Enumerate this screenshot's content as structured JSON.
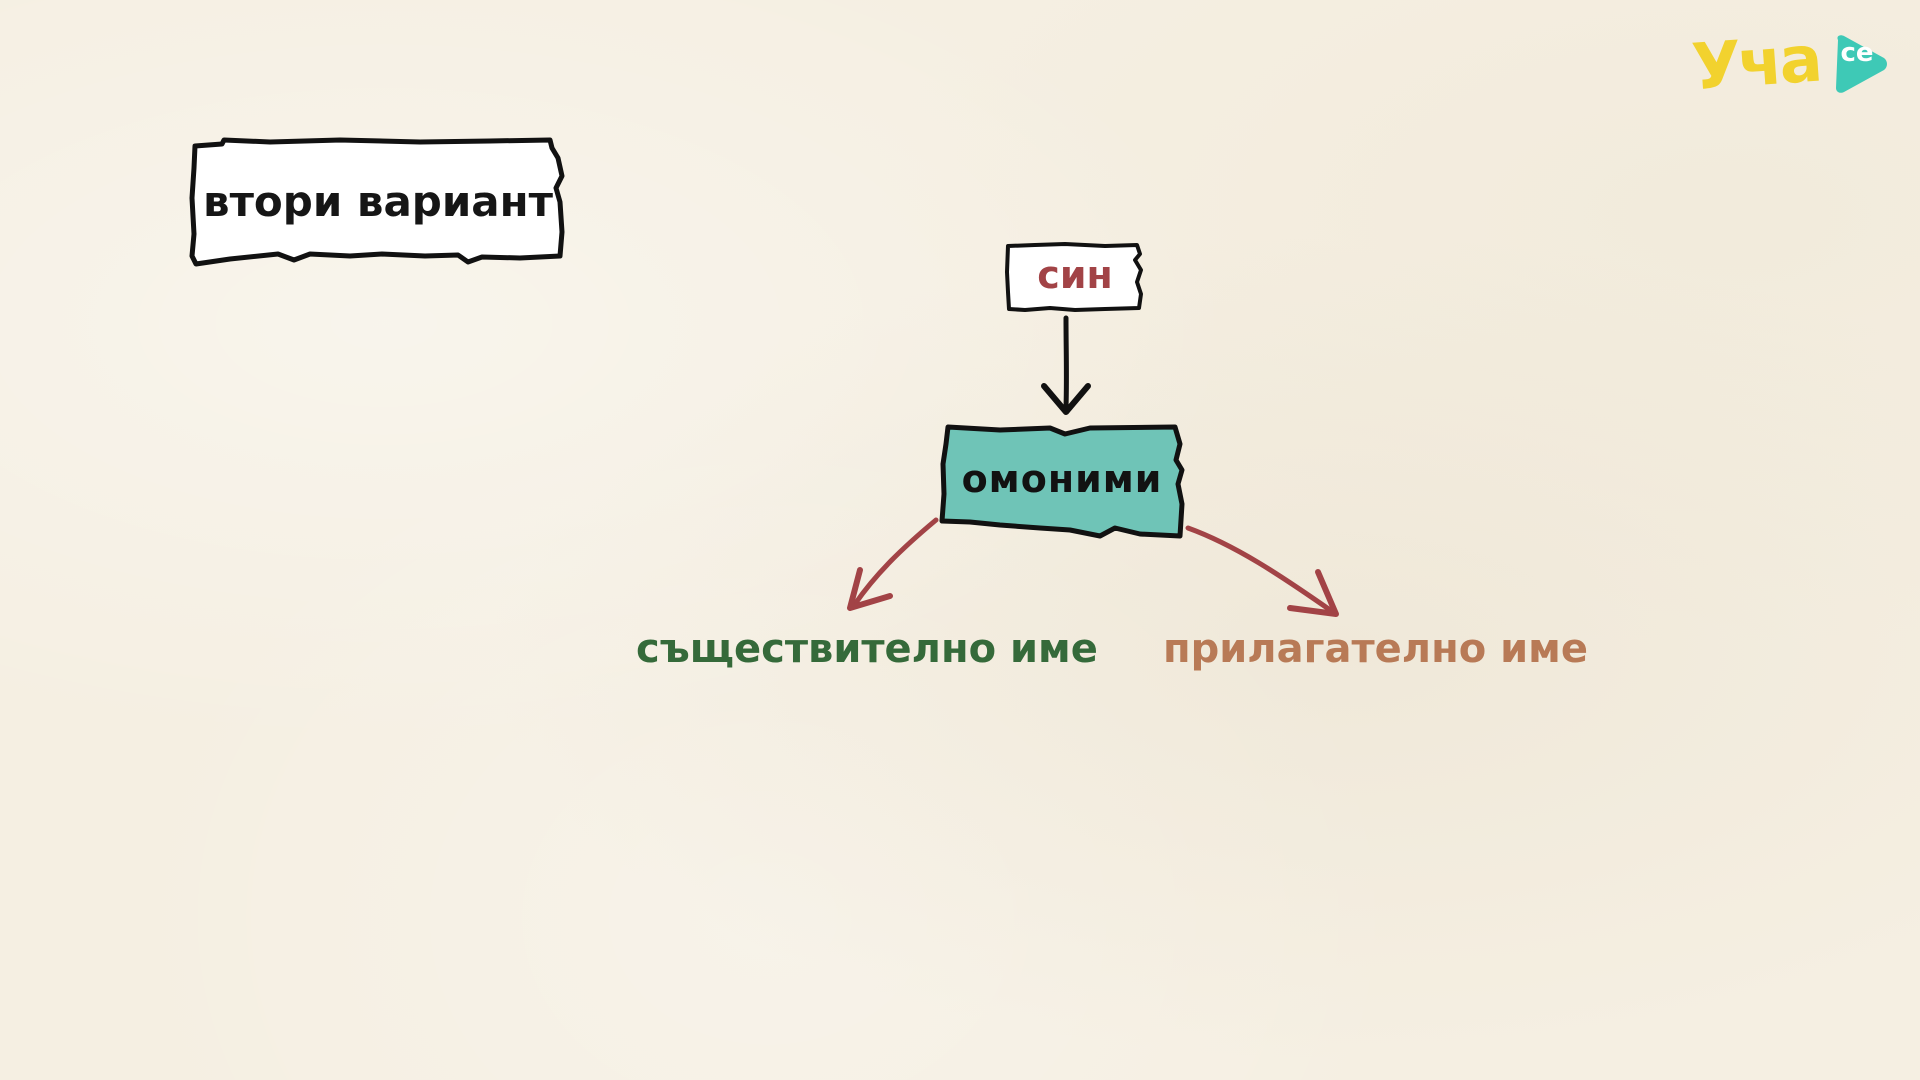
{
  "logo": {
    "brand_text": "Уча",
    "badge_text": "се",
    "brand_color": "#f2d22e",
    "badge_color": "#3ec9b6"
  },
  "diagram": {
    "variant_label": "втори вариант",
    "source_word": "син",
    "center_label": "омоними",
    "branches": [
      {
        "label": "съществително име",
        "color": "#356a3a"
      },
      {
        "label": "прилагателно име",
        "color": "#b87a56"
      }
    ],
    "colors": {
      "source_word": "#a24346",
      "center_fill": "#6fc4b7",
      "branch_arrows": "#a24346",
      "down_arrow": "#111111",
      "background": "#f5efe2"
    }
  }
}
